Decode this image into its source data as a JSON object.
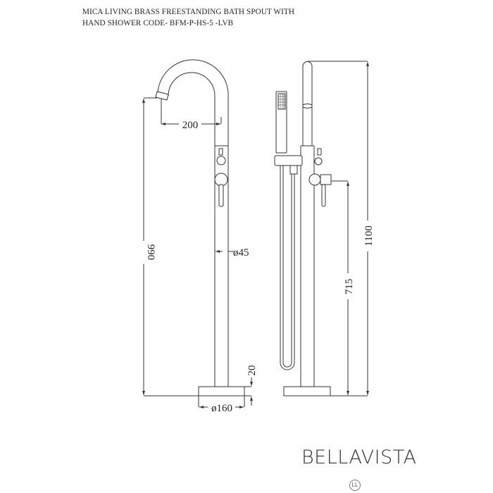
{
  "title": {
    "line1": "MICA LIVING BRASS FREESTANDING BATH SPOUT WITH",
    "line2": "HAND SHOWER CODE- BFM-P-HS-5 -LVB"
  },
  "dimensions": {
    "spout_reach": "200",
    "height_spout": "990",
    "pipe_diameter": "ø45",
    "base_height": "20",
    "base_diameter": "ø160",
    "handle_height": "715",
    "total_height": "1100"
  },
  "logo": {
    "brand": "BELLAVISTA",
    "mark": "LL"
  }
}
